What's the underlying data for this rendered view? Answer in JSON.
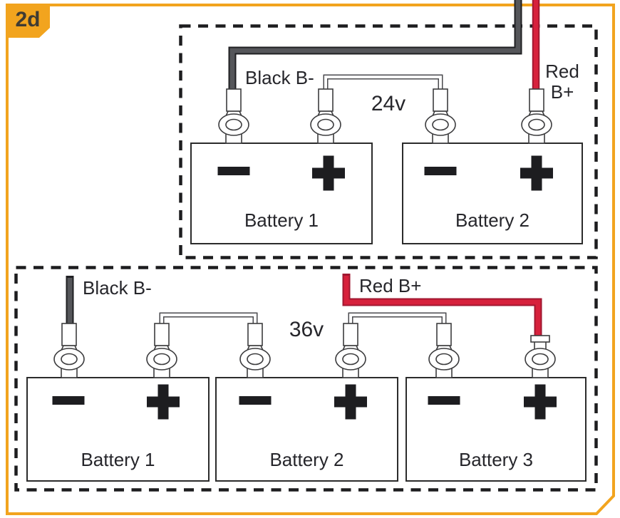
{
  "figure_label": "2d",
  "colors": {
    "accent_yellow": "#F2A41E",
    "wire_red": "#D7213C",
    "wire_red_outline": "#A01730",
    "wire_black": "#55565A",
    "wire_black_outline": "#202023",
    "line_dark": "#1D1D1F",
    "text": "#26262B"
  },
  "top_diagram": {
    "voltage_label": "24v",
    "negative_wire_label": "Black B-",
    "positive_wire_label_line1": "Red",
    "positive_wire_label_line2": "B+",
    "batteries": [
      {
        "name": "Battery 1",
        "negative": "−",
        "positive": "+"
      },
      {
        "name": "Battery 2",
        "negative": "−",
        "positive": "+"
      }
    ]
  },
  "bottom_diagram": {
    "voltage_label": "36v",
    "negative_wire_label": "Black B-",
    "positive_wire_label": "Red B+",
    "batteries": [
      {
        "name": "Battery 1",
        "negative": "−",
        "positive": "+"
      },
      {
        "name": "Battery 2",
        "negative": "−",
        "positive": "+"
      },
      {
        "name": "Battery 3",
        "negative": "−",
        "positive": "+"
      }
    ]
  }
}
